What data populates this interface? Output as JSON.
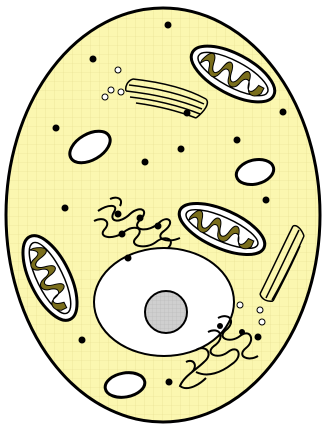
{
  "colors": {
    "cytoplasm": "#fbf7b0",
    "grid": "#e4dd8e",
    "outline": "#000000",
    "mito_fill": "#ffffff",
    "cristae": "#7a6e1c",
    "nucleus": "#ffffff",
    "nucleolus": "#c8c8c8"
  },
  "organelles": [
    {
      "name": "cell-membrane",
      "kind": "membrane"
    },
    {
      "name": "nucleus",
      "kind": "nucleus"
    },
    {
      "name": "nucleolus",
      "kind": "nucleolus"
    },
    {
      "name": "mitochondrion-top-right",
      "kind": "mitochondrion"
    },
    {
      "name": "mitochondrion-middle-right",
      "kind": "mitochondrion"
    },
    {
      "name": "mitochondrion-left",
      "kind": "mitochondrion"
    },
    {
      "name": "golgi-top",
      "kind": "golgi"
    },
    {
      "name": "golgi-right",
      "kind": "golgi"
    },
    {
      "name": "rough-er-upper",
      "kind": "endoplasmic-reticulum"
    },
    {
      "name": "rough-er-lower",
      "kind": "endoplasmic-reticulum"
    },
    {
      "name": "vacuole-upper-left",
      "kind": "vacuole"
    },
    {
      "name": "vacuole-upper-right",
      "kind": "vacuole"
    },
    {
      "name": "vacuole-bottom",
      "kind": "vacuole"
    },
    {
      "name": "ribosomes",
      "kind": "ribosome"
    },
    {
      "name": "vesicles",
      "kind": "vesicle"
    }
  ]
}
